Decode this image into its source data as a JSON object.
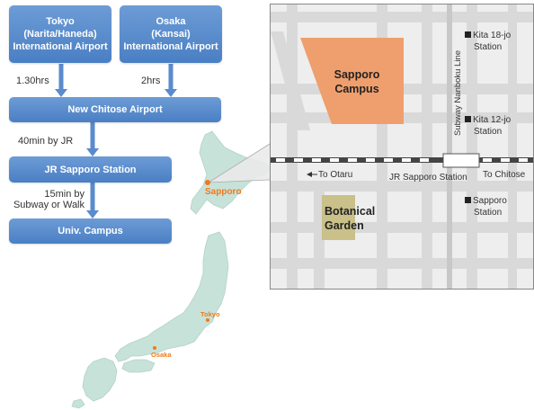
{
  "route": {
    "tokyo": [
      "Tokyo",
      "(Narita/Haneda)",
      "International Airport"
    ],
    "osaka": [
      "Osaka",
      "(Kansai)",
      "International Airport"
    ],
    "tokyo_time": "1.30hrs",
    "osaka_time": "2hrs",
    "chitose": "New Chitose Airport",
    "jr_time": "40min by JR",
    "jr_sapporo": "JR Sapporo Station",
    "subway_time": [
      "15min by",
      "Subway or Walk"
    ],
    "campus": "Univ. Campus"
  },
  "japan_map": {
    "sapporo": "Sapporo",
    "tokyo": "Tokyo",
    "osaka": "Osaka"
  },
  "inset_map": {
    "sapporo_campus": [
      "Sapporo",
      "Campus"
    ],
    "botanical_garden": [
      "Botanical",
      "Garden"
    ],
    "kita18": [
      "Kita 18-jo",
      "Station"
    ],
    "kita12": [
      "Kita 12-jo",
      "Station"
    ],
    "sapporo_station": [
      "Sapporo",
      "Station"
    ],
    "subway_line": "Subway Nanboku Line",
    "to_otaru": "To Otaru",
    "jr_sapporo_station": "JR Sapporo Station",
    "to_chitose": "To Chitose"
  },
  "colors": {
    "route_box": "#4a7fc4",
    "campus": "#ef9f6d",
    "garden": "#c9c08a",
    "japan_land": "#c7e2d8",
    "city_marker": "#f07a1a",
    "map_background": "#eeeeee",
    "map_roads": "#d8d8d8"
  }
}
